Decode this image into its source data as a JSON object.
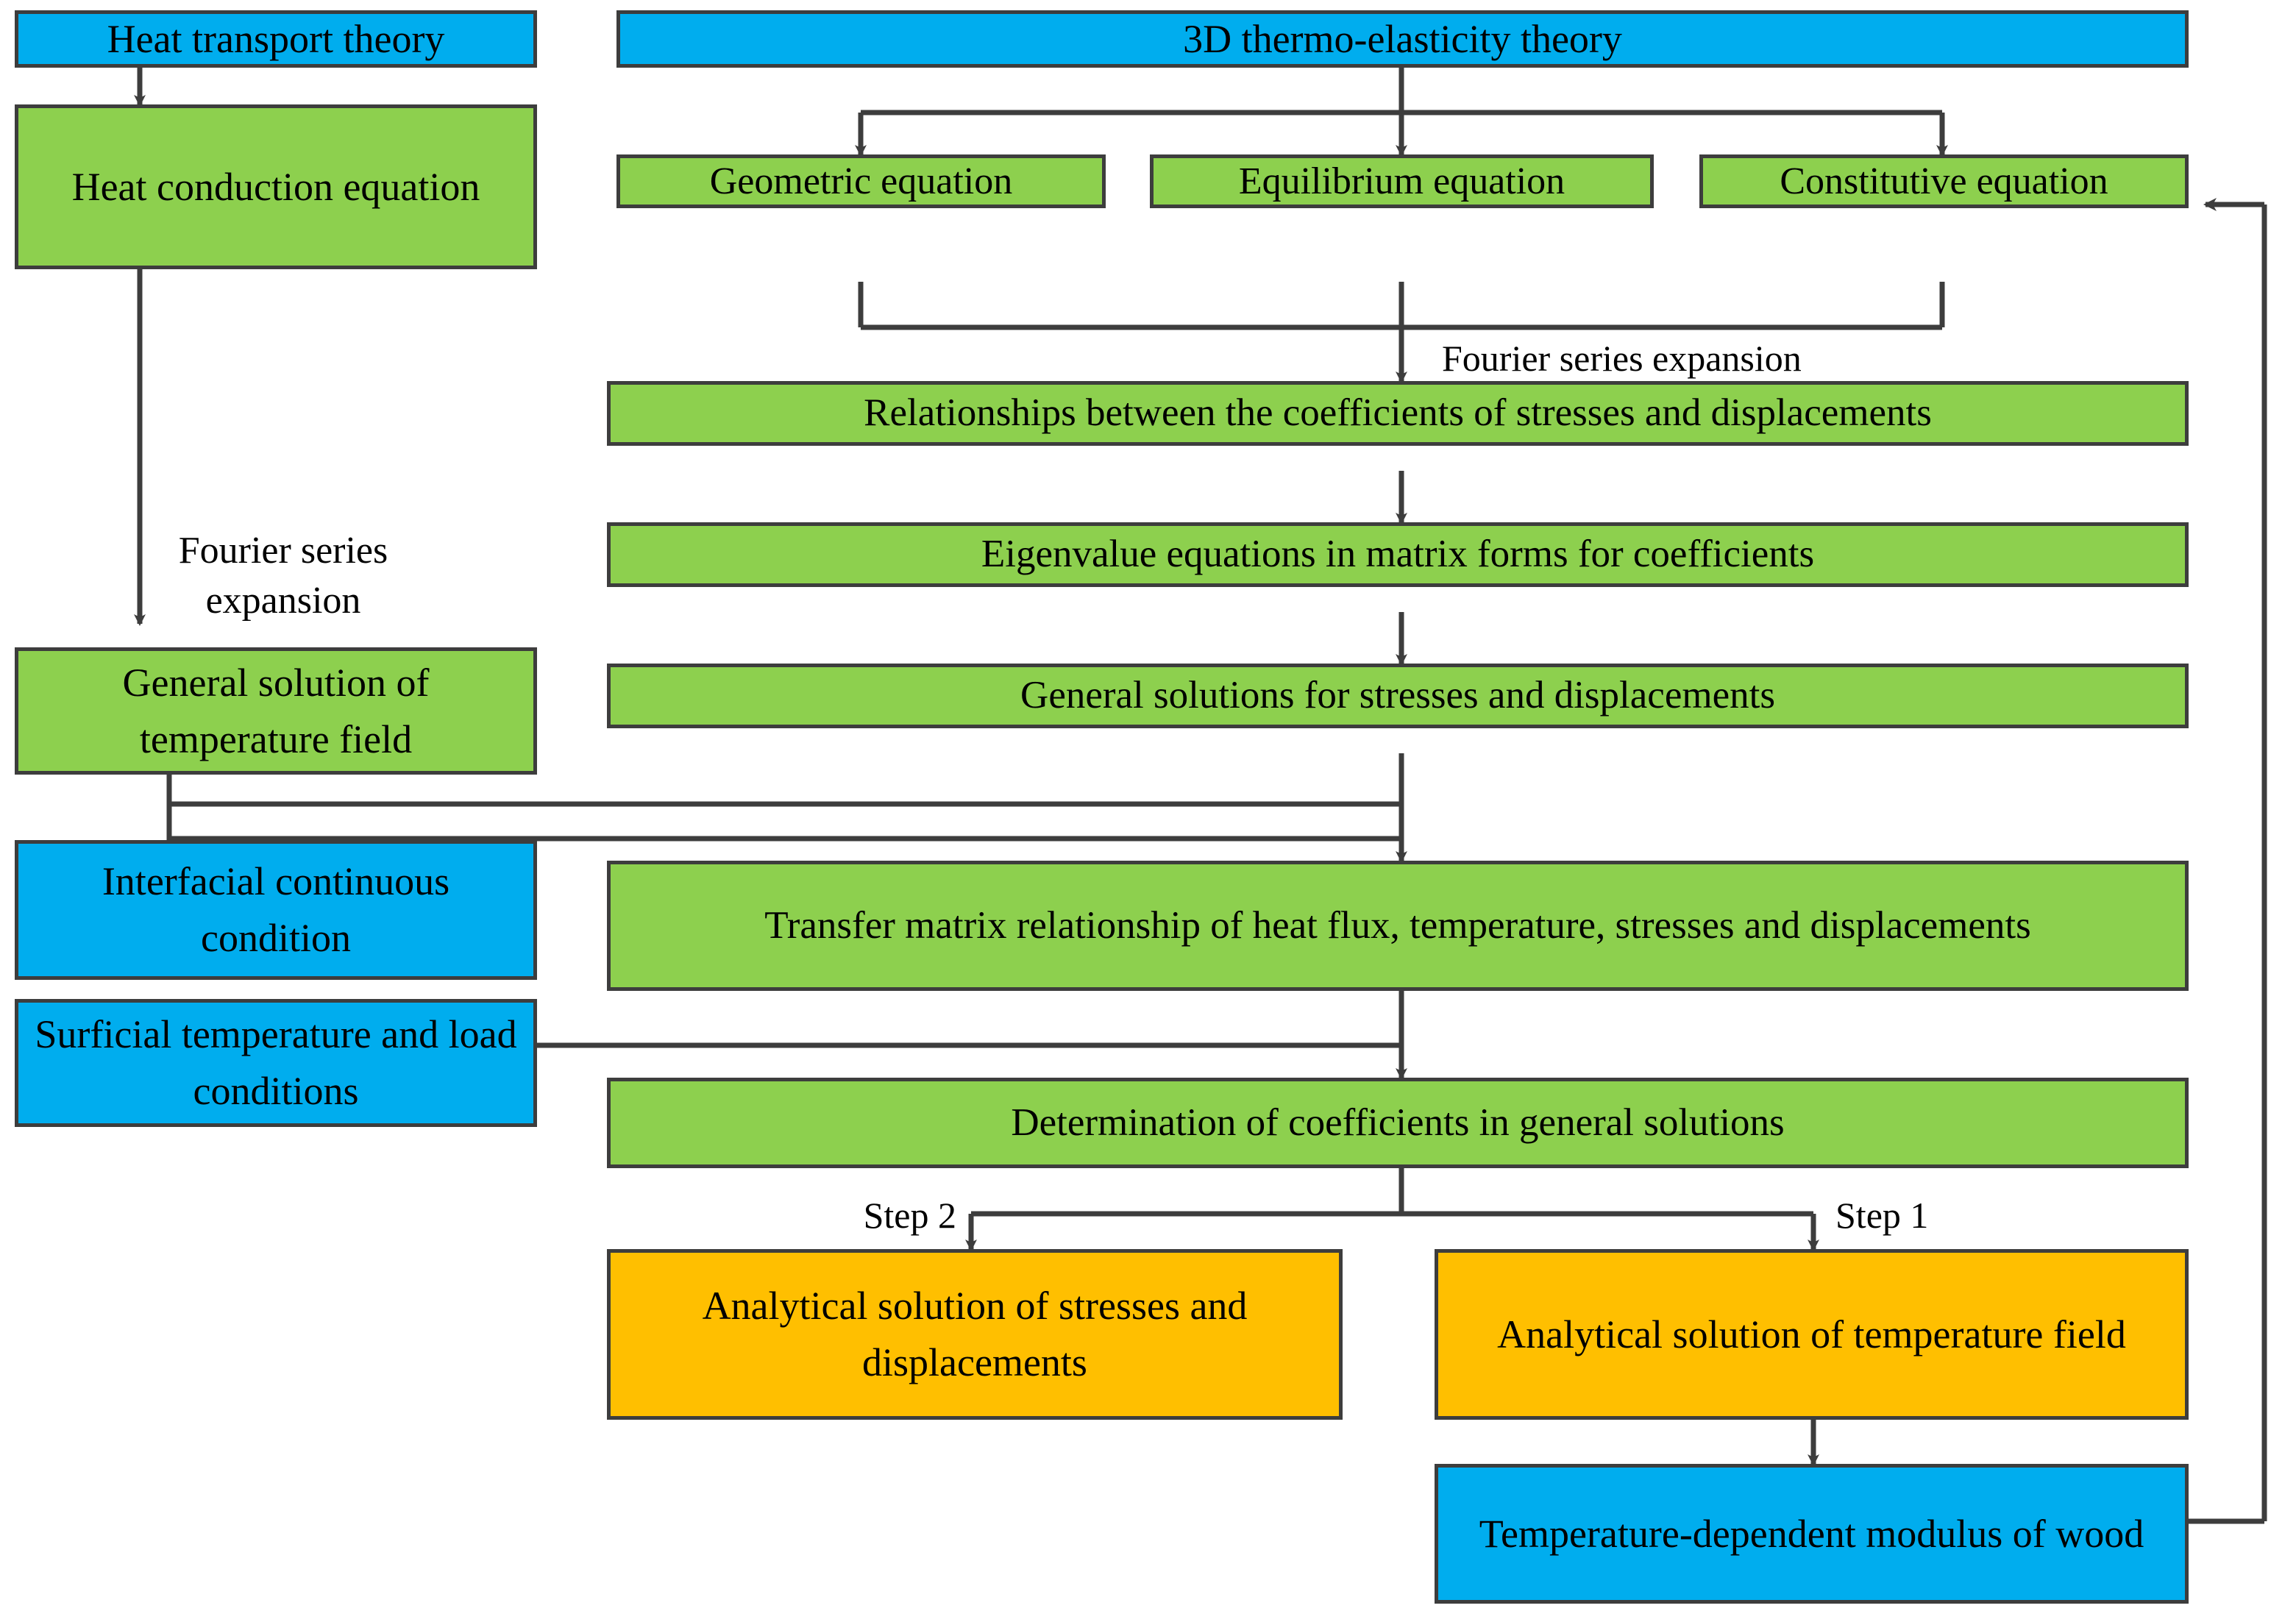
{
  "diagram": {
    "title_nodes": {
      "heat_transport_theory": "Heat transport theory",
      "thermo_elasticity_theory": "3D thermo-elasticity theory"
    },
    "nodes": [
      {
        "id": "heat-transport-theory",
        "label": "Heat transport theory",
        "color": "#00ADEE"
      },
      {
        "id": "thermo-elasticity-theory",
        "label": "3D thermo-elasticity theory",
        "color": "#00ADEE"
      },
      {
        "id": "heat-conduction-equation",
        "label": "Heat conduction equation",
        "color": "#8DD04E"
      },
      {
        "id": "geometric-equation",
        "label": "Geometric equation",
        "color": "#8DD04E"
      },
      {
        "id": "equilibrium-equation",
        "label": "Equilibrium equation",
        "color": "#8DD04E"
      },
      {
        "id": "constitutive-equation",
        "label": "Constitutive equation",
        "color": "#8DD04E"
      },
      {
        "id": "relationships-coefficients",
        "label": "Relationships between the coefficients of stresses and displacements",
        "color": "#8DD04E"
      },
      {
        "id": "eigenvalue-equations",
        "label": "Eigenvalue equations in matrix forms for  coefficients",
        "color": "#8DD04E"
      },
      {
        "id": "general-solution-temperature-field",
        "label": "General solution of temperature field",
        "color": "#8DD04E"
      },
      {
        "id": "general-solutions-stresses",
        "label": "General solutions for  stresses and displacements",
        "color": "#8DD04E"
      },
      {
        "id": "interfacial-continuous-condition",
        "label": "Interfacial continuous condition",
        "color": "#00ADEE"
      },
      {
        "id": "transfer-matrix-relationship",
        "label": "Transfer matrix relationship of heat flux, temperature, stresses and displacements",
        "color": "#8DD04E"
      },
      {
        "id": "surficial-temperature-load",
        "label": "Surficial temperature and load conditions",
        "color": "#00ADEE"
      },
      {
        "id": "determination-of-coefficients",
        "label": "Determination of coefficients in general solutions",
        "color": "#8DD04E"
      },
      {
        "id": "analytical-solution-stresses",
        "label": "Analytical solution of stresses and displacements",
        "color": "#FFBF00"
      },
      {
        "id": "analytical-solution-temperature",
        "label": "Analytical solution of temperature field",
        "color": "#FFBF00"
      },
      {
        "id": "temperature-dependent-modulus",
        "label": "Temperature-dependent modulus of wood",
        "color": "#00ADEE"
      }
    ],
    "edge_labels": {
      "fourier_left": "Fourier series\nexpansion",
      "fourier_right": "Fourier series expansion",
      "step2": "Step 2",
      "step1": "Step 1"
    },
    "colors": {
      "blue": "#00ADEE",
      "green": "#8DD04E",
      "orange": "#FFBF00",
      "stroke": "#3d3d3d",
      "background": "#FFFFFF"
    }
  }
}
